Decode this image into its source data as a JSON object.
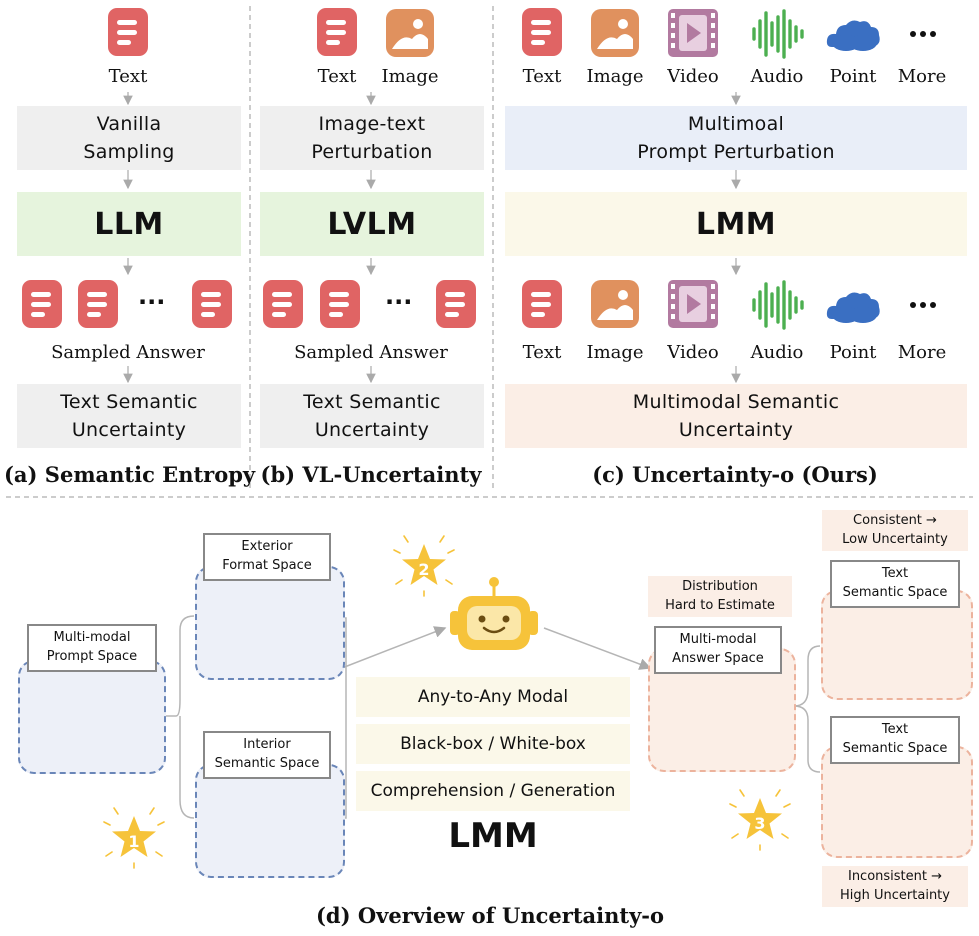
{
  "panel_a": {
    "input_label": "Text",
    "step": "Vanilla\nSampling",
    "model": "LLM",
    "dots": "···",
    "sampled_label": "Sampled Answer",
    "output": "Text Semantic\nUncertainty",
    "caption": "(a) Semantic Entropy"
  },
  "panel_b": {
    "input_labels": [
      "Text",
      "Image"
    ],
    "step": "Image-text\nPerturbation",
    "model": "LVLM",
    "dots": "···",
    "sampled_label": "Sampled Answer",
    "output": "Text Semantic\nUncertainty",
    "caption": "(b) VL-Uncertainty"
  },
  "panel_c": {
    "input_labels": [
      "Text",
      "Image",
      "Video",
      "Audio",
      "Point",
      "More"
    ],
    "step": "Multimoal\nPrompt Perturbation",
    "model": "LMM",
    "output_labels": [
      "Text",
      "Image",
      "Video",
      "Audio",
      "Point",
      "More"
    ],
    "output": "Multimodal Semantic\nUncertainty",
    "caption": "(c) Uncertainty-o (Ours)"
  },
  "panel_d": {
    "prompt_space": "Multi-modal\nPrompt Space",
    "exterior_space": "Exterior\nFormat Space",
    "interior_space": "Interior\nSemantic Space",
    "steps": [
      "1",
      "2",
      "3"
    ],
    "features": [
      "Any-to-Any Modal",
      "Black-box / White-box",
      "Comprehension / Generation"
    ],
    "model": "LMM",
    "distribution_note": "Distribution\nHard to Estimate",
    "answer_space": "Multi-modal\nAnswer Space",
    "consistent_note": "Consistent →\nLow Uncertainty",
    "inconsistent_note": "Inconsistent →\nHigh Uncertainty",
    "semantic_space_top": "Text\nSemantic Space",
    "semantic_space_bottom": "Text\nSemantic Space",
    "caption": "(d) Overview of Uncertainty-o"
  },
  "colors": {
    "doc_red": "#e06464",
    "image_orange": "#e0915e",
    "video_purple": "#b27aa0",
    "audio_green": "#4caf50",
    "cloud_blue": "#3a6fc2",
    "star_blue": "#3b63c4",
    "bot_yellow": "#f6c33a",
    "question_peach": "#f0b29c",
    "circle_red": "#e05656"
  },
  "icons": [
    "doc-icon",
    "image-icon",
    "video-icon",
    "audio-icon",
    "point-cloud-icon",
    "more-dots-icon",
    "star-icon",
    "robot-icon",
    "question-icon",
    "circle-icon"
  ]
}
